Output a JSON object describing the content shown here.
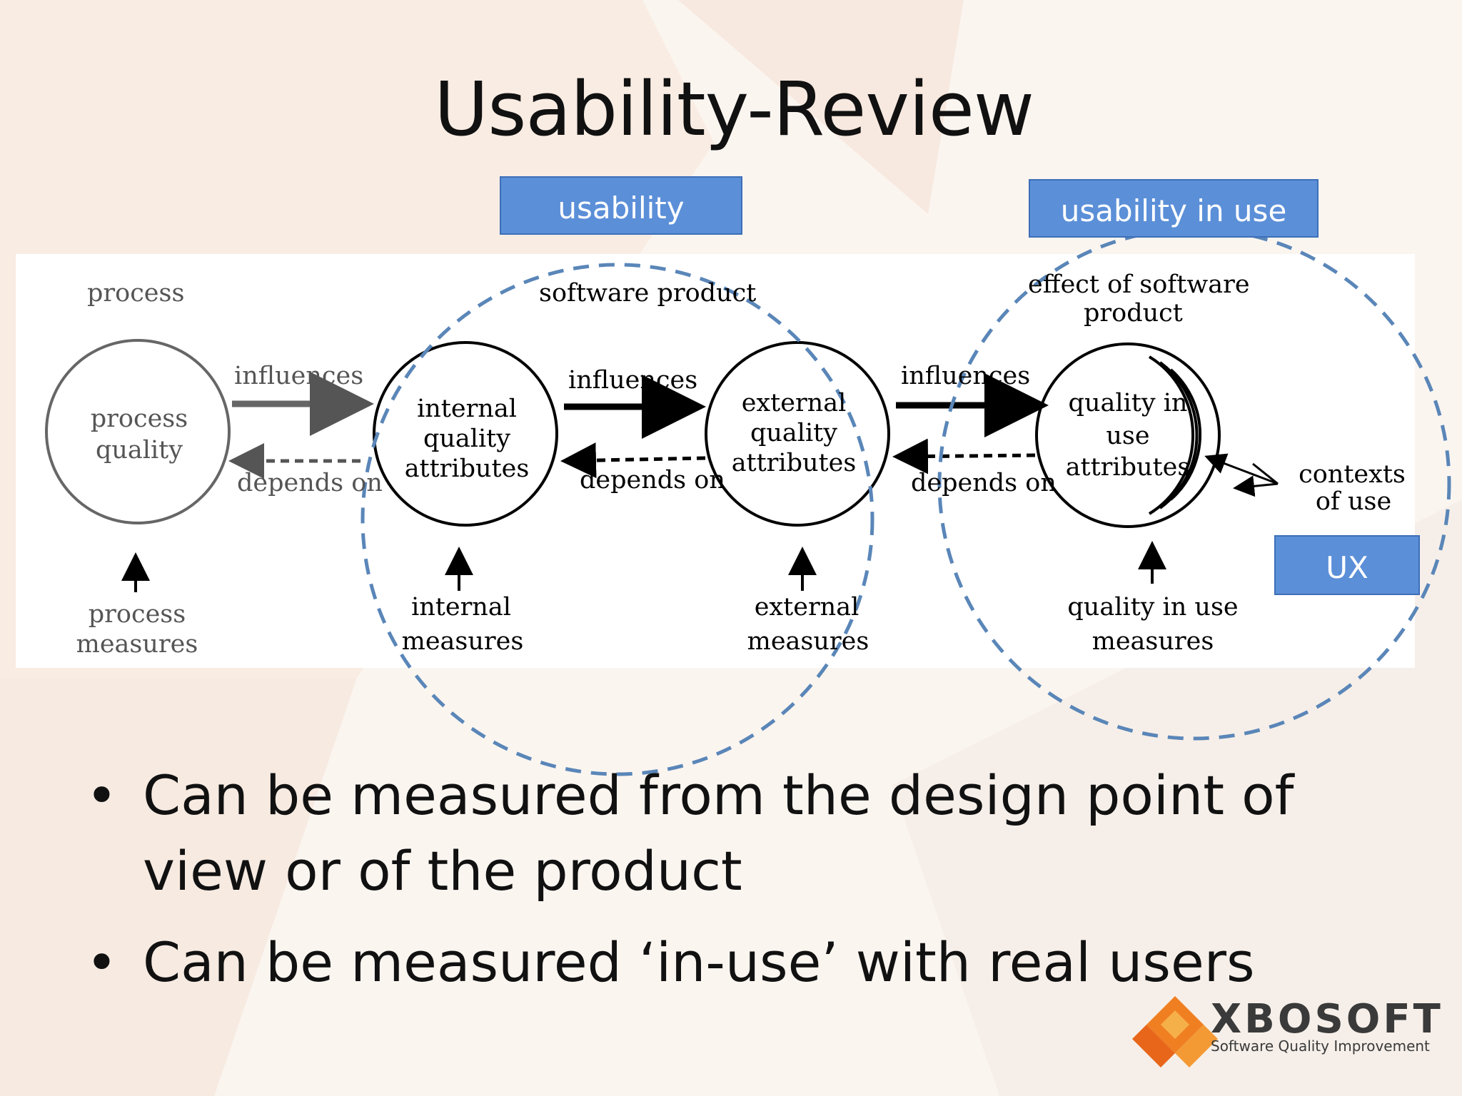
{
  "slide": {
    "title": "Usability-Review",
    "bullets": [
      "Can be measured from the design point of view or of the product",
      "Can be measured ‘in-use’ with real users"
    ]
  },
  "diagram": {
    "labels": {
      "process": "process",
      "software_product": "software product",
      "effect_line1": "effect of software",
      "effect_line2": "product",
      "contexts_line1": "contexts",
      "contexts_line2": "of use"
    },
    "nodes": {
      "process_quality": [
        "process",
        "quality"
      ],
      "internal_quality": [
        "internal",
        "quality",
        "attributes"
      ],
      "external_quality": [
        "external",
        "quality",
        "attributes"
      ],
      "quality_in_use": [
        "quality in",
        "use",
        "attributes"
      ]
    },
    "measures": {
      "process": [
        "process",
        "measures"
      ],
      "internal": [
        "internal",
        "measures"
      ],
      "external": [
        "external",
        "measures"
      ],
      "quality_in_use": [
        "quality in use",
        "measures"
      ]
    },
    "edges": {
      "influences": "influences",
      "depends_on": "depends on"
    },
    "tags": {
      "usability": "usability",
      "usability_in_use": "usability in use",
      "ux": "UX"
    }
  },
  "logo": {
    "name": "XBOSOFT",
    "tagline": "Software Quality Improvement",
    "colors": [
      "#f07f22",
      "#f39a34",
      "#e8661a",
      "#f6b04a"
    ]
  },
  "colors": {
    "tag_blue": "#5b8fd8",
    "dashed_circle": "#5a86b8"
  }
}
